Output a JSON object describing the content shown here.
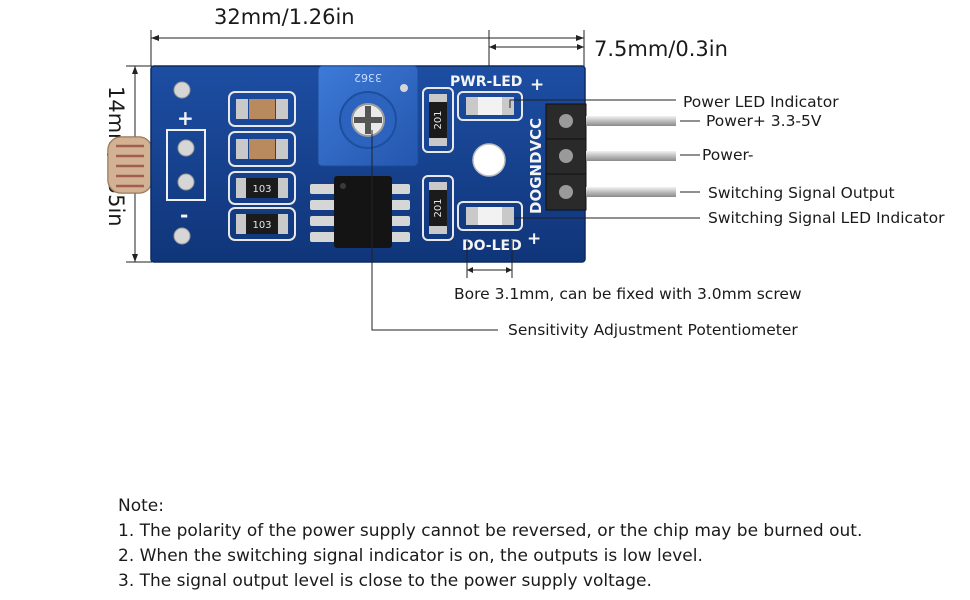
{
  "dimensions": {
    "width": "32mm/1.26in",
    "height": "14mm/0.55in",
    "pin_offset": "7.5mm/0.3in"
  },
  "board": {
    "pwr_led_label": "PWR-LED",
    "do_led_label": "DO-LED",
    "pin_labels": "DOGNDVCC",
    "pot_marking": "3362",
    "resistor_values": [
      "201",
      "201"
    ],
    "smd_resistor_values": [
      "103",
      "103"
    ],
    "plus_mark": "+",
    "minus_mark": "-",
    "colors": {
      "pcb": "#15408f",
      "potentiometer": "#2f68c8",
      "header": "#202020",
      "pins": "#d8d8d8"
    }
  },
  "callouts": {
    "power_led": "Power LED Indicator",
    "vcc": "Power+ 3.3-5V",
    "gnd": "Power-",
    "do": "Switching Signal Output",
    "do_led": "Switching Signal LED Indicator",
    "bore": "Bore 3.1mm, can be fixed with 3.0mm screw",
    "pot": "Sensitivity Adjustment Potentiometer"
  },
  "notes": {
    "title": "Note:",
    "items": [
      "1. The polarity of the power supply cannot be reversed, or the chip may be burned out.",
      "2. When the switching signal indicator is on, the outputs is low level.",
      "3. The signal output level is close to the power supply voltage."
    ]
  }
}
